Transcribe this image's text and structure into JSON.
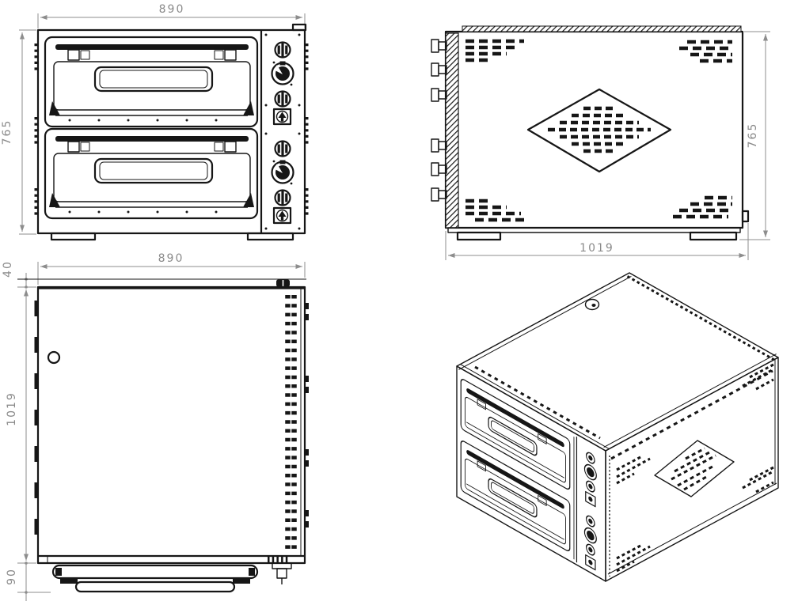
{
  "dimensions": {
    "front_width": "890",
    "front_height": "765",
    "side_depth": "1019",
    "side_height": "765",
    "top_width": "890",
    "top_rear_offset": "40",
    "top_depth": "1019",
    "top_handle_offset": "90"
  },
  "colors": {
    "line": "#161616",
    "dimension": "#8a8a8a",
    "background": "#ffffff"
  }
}
